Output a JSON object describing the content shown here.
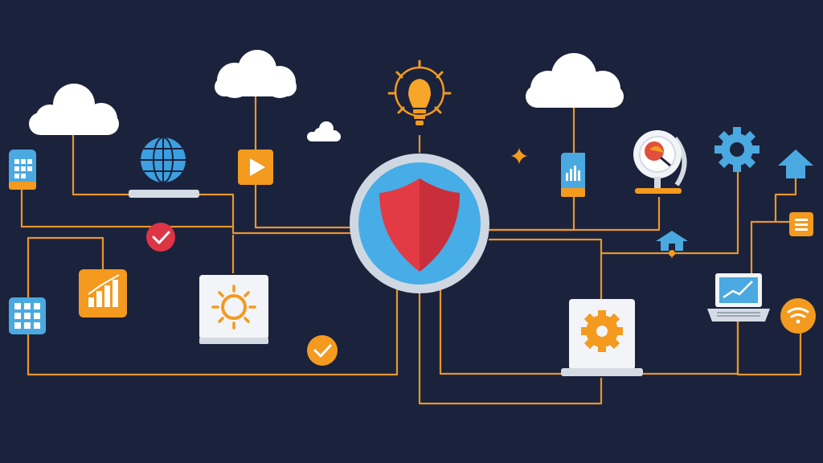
{
  "colors": {
    "background": "#1b223c",
    "connector": "#e8962e",
    "accent_orange": "#f39a1f",
    "accent_blue": "#4aa9e0",
    "shield_red": "#e03a45",
    "check_red": "#dd3545",
    "white": "#ffffff"
  },
  "nodes": [
    {
      "id": "shield",
      "icon": "security-shield-icon"
    },
    {
      "id": "lightbulb",
      "icon": "lightbulb-icon"
    },
    {
      "id": "cloud-a",
      "icon": "cloud-icon"
    },
    {
      "id": "cloud-b",
      "icon": "cloud-icon"
    },
    {
      "id": "cloud-c",
      "icon": "cloud-icon"
    },
    {
      "id": "cloud-d",
      "icon": "cloud-icon"
    },
    {
      "id": "globe-laptop",
      "icon": "globe-icon"
    },
    {
      "id": "play-tile",
      "icon": "play-icon"
    },
    {
      "id": "sun-laptop",
      "icon": "sun-icon"
    },
    {
      "id": "gear-laptop",
      "icon": "gear-icon"
    },
    {
      "id": "chart-tile",
      "icon": "bar-chart-icon"
    },
    {
      "id": "grid-tile",
      "icon": "grid-icon"
    },
    {
      "id": "phone",
      "icon": "phone-icon"
    },
    {
      "id": "file",
      "icon": "file-chart-icon"
    },
    {
      "id": "magnifier",
      "icon": "magnifier-icon"
    },
    {
      "id": "gear-blue",
      "icon": "gear-icon"
    },
    {
      "id": "home-arrow",
      "icon": "home-arrow-icon"
    },
    {
      "id": "house-pin",
      "icon": "house-icon"
    },
    {
      "id": "list-tile",
      "icon": "list-icon"
    },
    {
      "id": "laptop-chart",
      "icon": "laptop-icon"
    },
    {
      "id": "wifi",
      "icon": "wifi-icon"
    },
    {
      "id": "check-red",
      "icon": "check-icon"
    },
    {
      "id": "check-orange",
      "icon": "check-icon"
    },
    {
      "id": "sparkle",
      "icon": "sparkle-icon"
    }
  ]
}
